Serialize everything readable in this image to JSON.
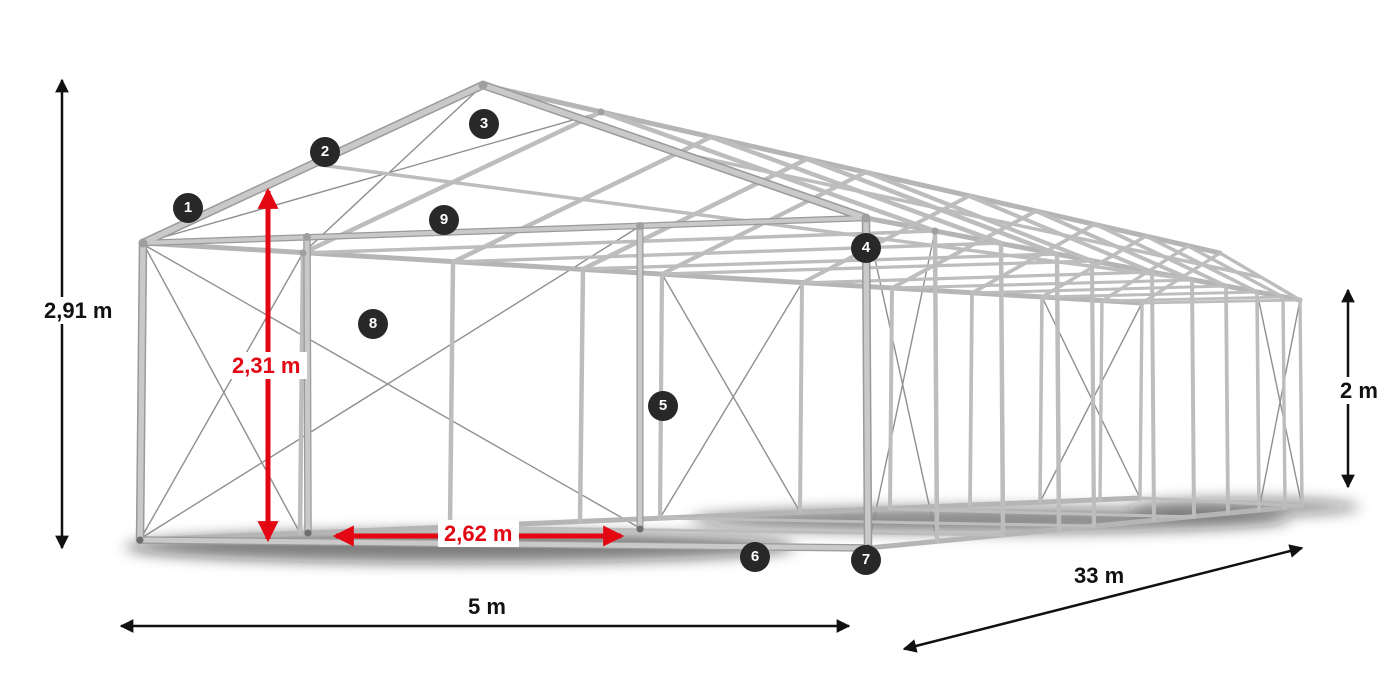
{
  "diagram": {
    "callouts": [
      "1",
      "2",
      "3",
      "4",
      "5",
      "6",
      "7",
      "8",
      "9"
    ],
    "dimensions": {
      "ridge_height": "2,91 m",
      "inner_height": "2,31 m",
      "inner_width": "2,62 m",
      "side_height": "2 m",
      "width": "5 m",
      "length": "33 m"
    },
    "colors": {
      "accent_red": "#e30613",
      "frame_gray": "#bfbfbf",
      "badge_background": "#282828"
    }
  }
}
